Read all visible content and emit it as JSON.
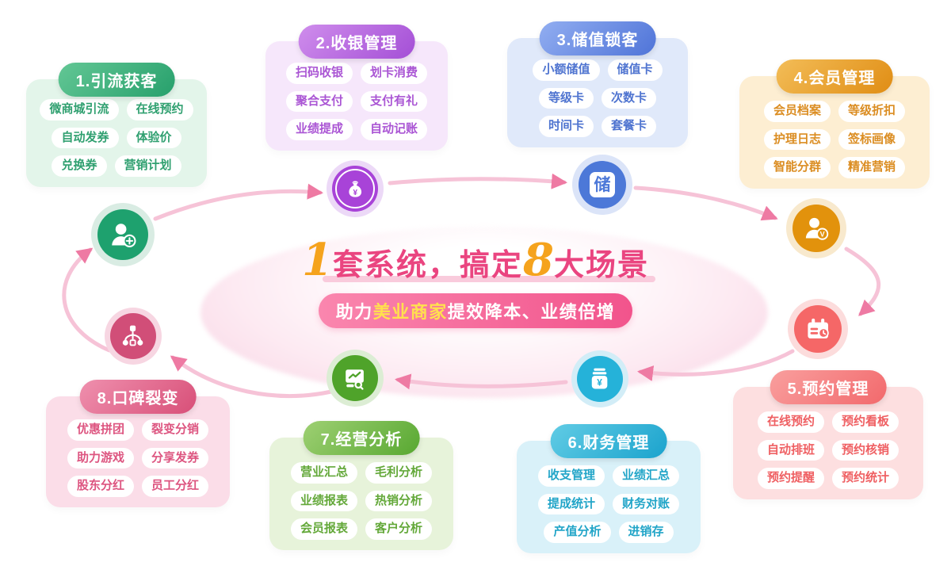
{
  "center": {
    "title_num1": "1",
    "title_part1": "套系统，搞定",
    "title_num2": "8",
    "title_part2": "大场景",
    "subtitle_prefix": "助力",
    "subtitle_highlight": "美业商家",
    "subtitle_suffix": "提效降本、业绩倍增",
    "colors": {
      "title_pink": "#ea4580",
      "number_orange": "#f5a31d",
      "subtitle_bg": "#f2548c",
      "highlight_yellow": "#ffe14d",
      "underline": "#f9cbdc"
    }
  },
  "icons": {
    "yen": "¥",
    "chu": "储",
    "v": "V"
  },
  "arrow_colors": {
    "line": "#f6c3d7",
    "head": "#ee7aa3"
  },
  "sections": [
    {
      "title": "1.引流获客",
      "accent": "#27a06c",
      "panel_bg": "#e3f5ea",
      "icon": "user-add-icon",
      "items": [
        "微商城引流",
        "在线预约",
        "自动发券",
        "体验价",
        "兑换券",
        "营销计划"
      ]
    },
    {
      "title": "2.收银管理",
      "accent": "#a44fd6",
      "panel_bg": "#f6e7fb",
      "icon": "money-bag-icon",
      "items": [
        "扫码收银",
        "划卡消费",
        "聚合支付",
        "支付有礼",
        "业绩提成",
        "自动记账"
      ]
    },
    {
      "title": "3.储值锁客",
      "accent": "#4f74d8",
      "panel_bg": "#e0e9fa",
      "icon": "deposit-icon",
      "items": [
        "小额储值",
        "储值卡",
        "等级卡",
        "次数卡",
        "时间卡",
        "套餐卡"
      ]
    },
    {
      "title": "4.会员管理",
      "accent": "#e08d14",
      "panel_bg": "#fdeed2",
      "icon": "member-vip-icon",
      "items": [
        "会员档案",
        "等级折扣",
        "护理日志",
        "签标画像",
        "智能分群",
        "精准营销"
      ]
    },
    {
      "title": "5.预约管理",
      "accent": "#f2696c",
      "panel_bg": "#fddfe0",
      "icon": "calendar-clock-icon",
      "items": [
        "在线预约",
        "预约看板",
        "自动排班",
        "预约核销",
        "预约提醒",
        "预约统计"
      ]
    },
    {
      "title": "6.财务管理",
      "accent": "#1ba3cd",
      "panel_bg": "#d9f1f9",
      "icon": "cash-jar-icon",
      "items": [
        "收支管理",
        "业绩汇总",
        "提成统计",
        "财务对账",
        "产值分析",
        "进销存"
      ]
    },
    {
      "title": "7.经营分析",
      "accent": "#58a831",
      "panel_bg": "#e7f3da",
      "icon": "analysis-monitor-icon",
      "items": [
        "营业汇总",
        "毛利分析",
        "业绩报表",
        "热销分析",
        "会员报表",
        "客户分析"
      ]
    },
    {
      "title": "8.口碑裂变",
      "accent": "#d84f78",
      "panel_bg": "#fbdde8",
      "icon": "fission-network-icon",
      "items": [
        "优惠拼团",
        "裂变分销",
        "助力游戏",
        "分享发券",
        "股东分红",
        "员工分红"
      ]
    }
  ]
}
